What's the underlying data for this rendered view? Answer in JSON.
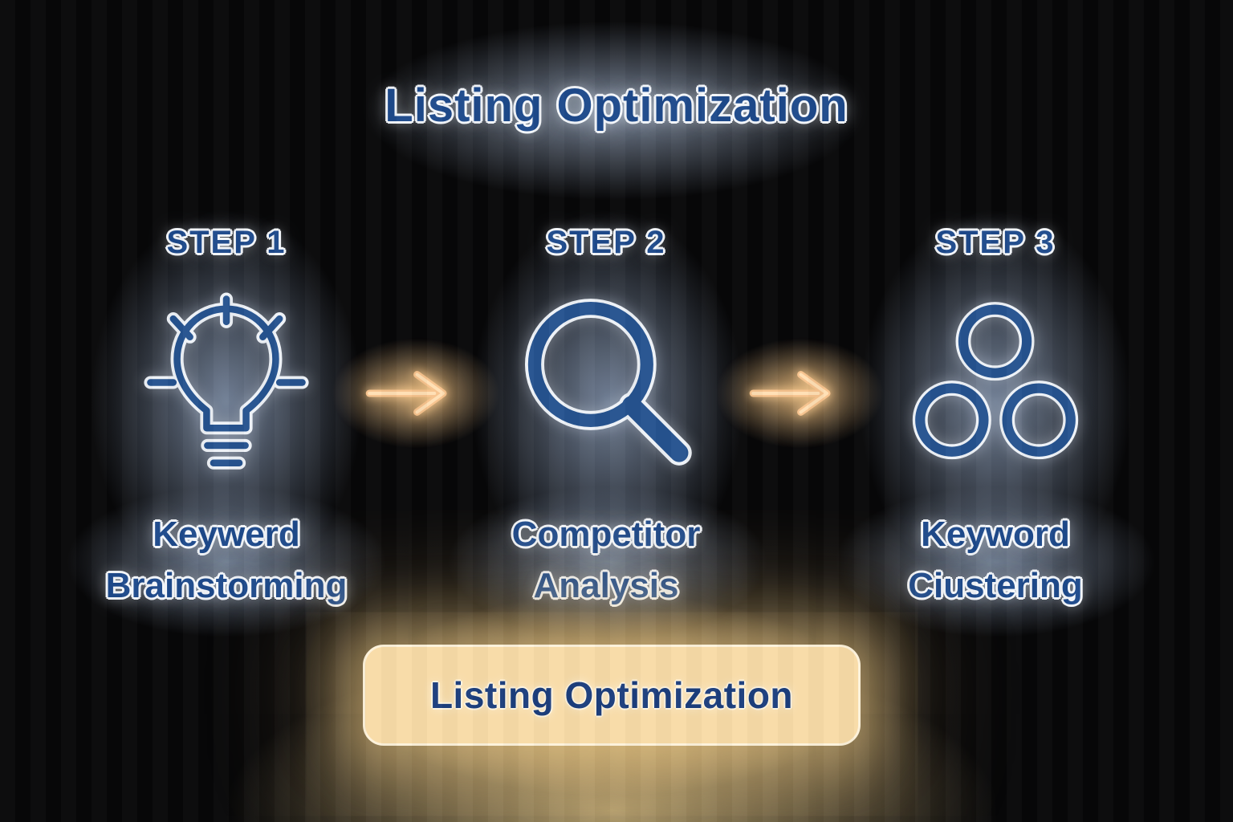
{
  "title": "Listing Optimization",
  "steps": [
    {
      "label": "STEP 1",
      "icon": "lightbulb-icon",
      "caption": "Keywerd\nBrainstorming"
    },
    {
      "label": "STEP 2",
      "icon": "magnifying-glass-icon",
      "caption": "Competitor\nAnalysis"
    },
    {
      "label": "STEP 3",
      "icon": "cluster-circles-icon",
      "caption": "Keyword\nCiustering"
    }
  ],
  "arrows": [
    {
      "icon": "arrow-right-icon"
    },
    {
      "icon": "arrow-right-icon"
    }
  ],
  "button": {
    "label": "Listing Optimization"
  },
  "colors": {
    "text_blue": "#1e4a8b",
    "icon_blue": "#26538f",
    "outline_white": "#f3f6fa",
    "arrow_orange": "#f7c38d",
    "button_bg": "#f8dba7",
    "button_border": "#fdf2da",
    "button_text": "#1c3e7d"
  }
}
